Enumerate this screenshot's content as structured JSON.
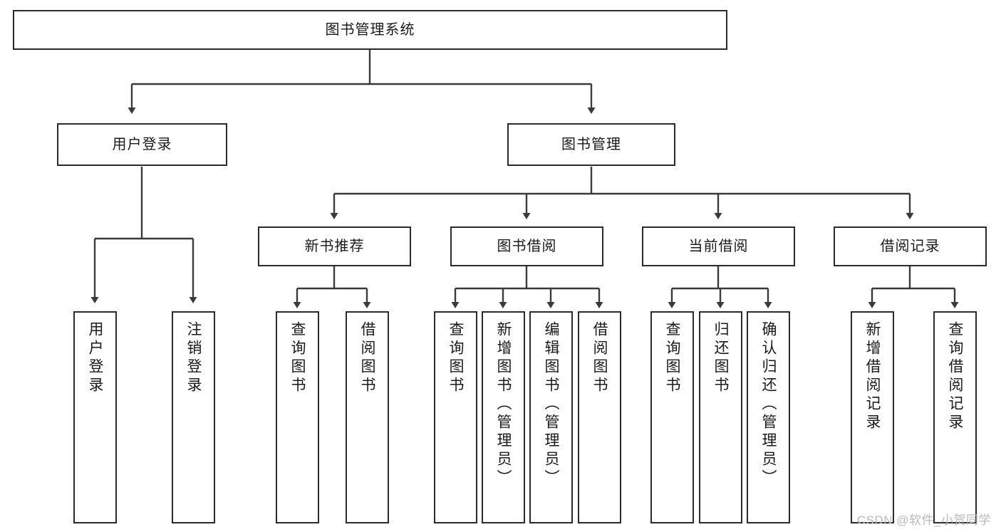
{
  "diagram": {
    "type": "tree",
    "title": "图书管理系统",
    "colors": {
      "box_border": "#2b2b2b",
      "box_fill": "#ffffff",
      "connector": "#3a3a3a",
      "text": "#1a1a1a",
      "watermark": "#b9b9b9",
      "page_background": "#ffffff"
    },
    "levels": {
      "root": "图书管理系统",
      "level2": [
        "用户登录",
        "图书管理"
      ],
      "level3": [
        "新书推荐",
        "图书借阅",
        "当前借阅",
        "借阅记录"
      ]
    },
    "nodes": {
      "root": {
        "label": "图书管理系统"
      },
      "user_login": {
        "label": "用户登录"
      },
      "book_manage": {
        "label": "图书管理"
      },
      "new_book_rec": {
        "label": "新书推荐"
      },
      "book_borrow": {
        "label": "图书借阅"
      },
      "current_borrow": {
        "label": "当前借阅"
      },
      "borrow_record": {
        "label": "借阅记录"
      },
      "leaf_1": {
        "label": "用户登录"
      },
      "leaf_2": {
        "label": "注销登录"
      },
      "leaf_3": {
        "label": "查询图书"
      },
      "leaf_4": {
        "label": "借阅图书"
      },
      "leaf_5": {
        "label": "查询图书"
      },
      "leaf_6": {
        "label": "新增图书（管理员）"
      },
      "leaf_7": {
        "label": "编辑图书（管理员）"
      },
      "leaf_8": {
        "label": "借阅图书"
      },
      "leaf_9": {
        "label": "查询图书"
      },
      "leaf_10": {
        "label": "归还图书"
      },
      "leaf_11": {
        "label": "确认归还（管理员）"
      },
      "leaf_12": {
        "label": "新增借阅记录"
      },
      "leaf_13": {
        "label": "查询借阅记录"
      }
    },
    "edges": [
      {
        "from": "root",
        "to": "user_login"
      },
      {
        "from": "root",
        "to": "book_manage"
      },
      {
        "from": "user_login",
        "to": "leaf_1"
      },
      {
        "from": "user_login",
        "to": "leaf_2"
      },
      {
        "from": "book_manage",
        "to": "new_book_rec"
      },
      {
        "from": "book_manage",
        "to": "book_borrow"
      },
      {
        "from": "book_manage",
        "to": "current_borrow"
      },
      {
        "from": "book_manage",
        "to": "borrow_record"
      },
      {
        "from": "new_book_rec",
        "to": "leaf_3"
      },
      {
        "from": "new_book_rec",
        "to": "leaf_4"
      },
      {
        "from": "book_borrow",
        "to": "leaf_5"
      },
      {
        "from": "book_borrow",
        "to": "leaf_6"
      },
      {
        "from": "book_borrow",
        "to": "leaf_7"
      },
      {
        "from": "book_borrow",
        "to": "leaf_8"
      },
      {
        "from": "current_borrow",
        "to": "leaf_9"
      },
      {
        "from": "current_borrow",
        "to": "leaf_10"
      },
      {
        "from": "current_borrow",
        "to": "leaf_11"
      },
      {
        "from": "borrow_record",
        "to": "leaf_12"
      },
      {
        "from": "borrow_record",
        "to": "leaf_13"
      }
    ]
  },
  "watermark": {
    "text": "CSDN @软件_小贺同学"
  }
}
